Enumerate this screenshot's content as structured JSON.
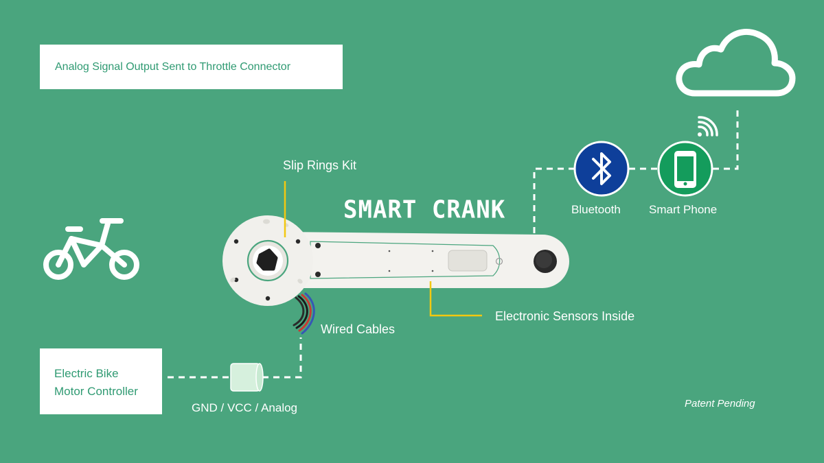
{
  "header": {
    "signal_output": "Analog Signal Output Sent to Throttle Connector"
  },
  "product": {
    "title": "SMART CRANK"
  },
  "labels": {
    "slip_rings": "Slip Rings Kit",
    "sensors": "Electronic Sensors Inside",
    "wired_cables": "Wired Cables",
    "connector": "GND / VCC / Analog",
    "bluetooth": "Bluetooth",
    "smart_phone": "Smart Phone",
    "patent": "Patent Pending"
  },
  "controller": {
    "line1": "Electric Bike",
    "line2": "Motor Controller"
  },
  "colors": {
    "background": "#4aa57e",
    "accent_yellow": "#f2c811",
    "bluetooth_blue": "#0e3f9a",
    "phone_green": "#149c5c",
    "crank_white": "#f3f2ee"
  },
  "icons": {
    "bike": "electric-bike-icon",
    "cloud": "cloud-icon",
    "wifi": "wifi-signal-icon",
    "bluetooth": "bluetooth-icon",
    "phone": "smart-phone-icon"
  }
}
